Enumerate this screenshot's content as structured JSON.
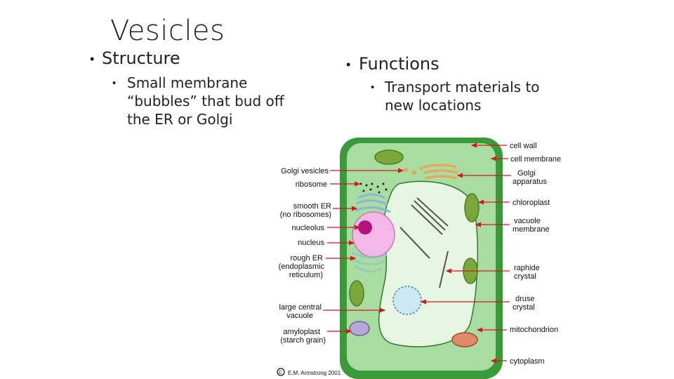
{
  "slide": {
    "title": "Vesicles",
    "left": {
      "heading": "Structure",
      "bullet": "Small membrane “bubbles” that bud off the ER or Golgi",
      "bullet_lines": [
        "Small membrane",
        "“bubbles” that bud off",
        "the ER or Golgi"
      ]
    },
    "right": {
      "heading": "Functions",
      "bullet_lines": [
        "Transport materials to",
        "new locations"
      ]
    }
  },
  "diagram": {
    "left_labels": [
      {
        "id": "golgi-vesicles",
        "lines": [
          "Golgi vesicles"
        ]
      },
      {
        "id": "ribosome",
        "lines": [
          "ribosome"
        ]
      },
      {
        "id": "smooth-er",
        "lines": [
          "smooth ER",
          "(no ribosomes)"
        ]
      },
      {
        "id": "nucleolus",
        "lines": [
          "nucleolus"
        ]
      },
      {
        "id": "nucleus",
        "lines": [
          "nucleus"
        ]
      },
      {
        "id": "rough-er",
        "lines": [
          "rough ER",
          "(endoplasmic",
          "reticulum)"
        ]
      },
      {
        "id": "large-central-vacuole",
        "lines": [
          "large central",
          "vacuole"
        ]
      },
      {
        "id": "amyloplast",
        "lines": [
          "amyloplast",
          "(starch grain)"
        ]
      }
    ],
    "right_labels": [
      {
        "id": "cell-wall",
        "lines": [
          "cell wall"
        ]
      },
      {
        "id": "cell-membrane",
        "lines": [
          "cell membrane"
        ]
      },
      {
        "id": "golgi-apparatus",
        "lines": [
          "Golgi",
          "apparatus"
        ]
      },
      {
        "id": "chloroplast",
        "lines": [
          "chloroplast"
        ]
      },
      {
        "id": "vacuole-membrane",
        "lines": [
          "vacuole",
          "membrane"
        ]
      },
      {
        "id": "raphide-crystal",
        "lines": [
          "raphide",
          "crystal"
        ]
      },
      {
        "id": "druse-crystal",
        "lines": [
          "druse",
          "crystal"
        ]
      },
      {
        "id": "mitochondrion",
        "lines": [
          "mitochondrion"
        ]
      },
      {
        "id": "cytoplasm",
        "lines": [
          "cytoplasm"
        ]
      }
    ],
    "copyright": "E.M. Armstrong 2001",
    "colors": {
      "cell_wall": "#3a9a3a",
      "cytoplasm": "#a8dca0",
      "vacuole": "#e6f6e2",
      "nucleus": "#f3b8e8",
      "nucleolus": "#b0147a",
      "golgi": "#f0a050",
      "er": "#8ab6d8",
      "arrow": "#d81818"
    }
  }
}
